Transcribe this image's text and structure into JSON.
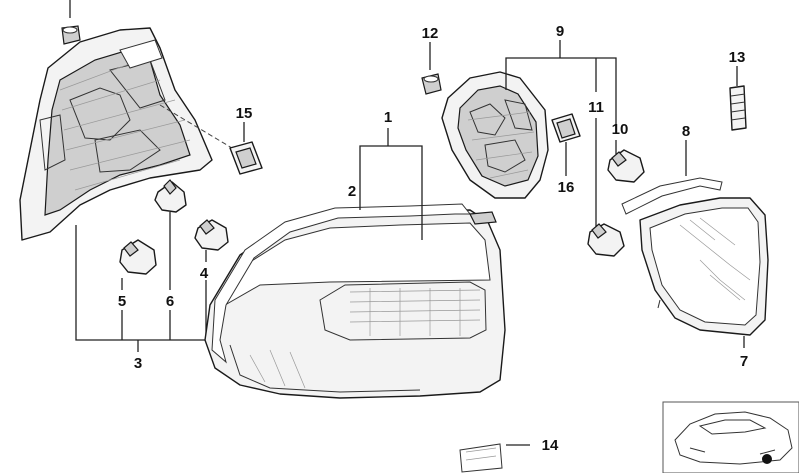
{
  "callouts": {
    "c1": "1",
    "c2": "2",
    "c3": "3",
    "c4": "4",
    "c5": "5",
    "c6": "6",
    "c7": "7",
    "c8": "8",
    "c9": "9",
    "c10": "10",
    "c11": "11",
    "c12": "12",
    "c13": "13",
    "c14": "14",
    "c15": "15",
    "c16": "16"
  },
  "colors": {
    "line": "#1a1a1a",
    "part_fill": "#f3f3f3",
    "shadow_fill": "#cfcfcf",
    "background": "#ffffff"
  }
}
